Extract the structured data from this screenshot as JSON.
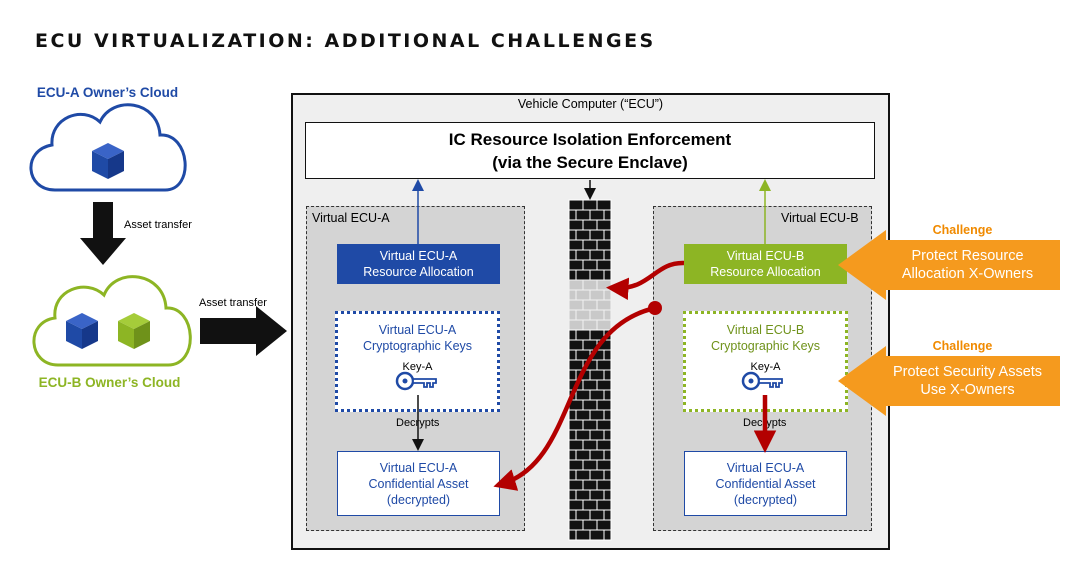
{
  "title": "ECU VIRTUALIZATION: ADDITIONAL CHALLENGES",
  "colors": {
    "blue": "#1f4aa6",
    "green": "#8db524",
    "orange": "#f59a1e",
    "red": "#b30000",
    "wall": "#111111"
  },
  "clouds": {
    "a_label": "ECU-A Owner’s Cloud",
    "b_label": "ECU-B Owner’s Cloud",
    "transfer_down": "Asset transfer",
    "transfer_right": "Asset transfer",
    "icons": [
      "package-icon"
    ]
  },
  "vehicle": {
    "label": "Vehicle Computer (“ECU”)",
    "ic_line1": "IC Resource Isolation  Enforcement",
    "ic_line2": "(via the Secure Enclave)"
  },
  "vecu_a": {
    "label": "Virtual ECU-A",
    "alloc_line1": "Virtual ECU-A",
    "alloc_line2": "Resource Allocation",
    "keys_line1": "Virtual ECU-A",
    "keys_line2": "Cryptographic Keys",
    "key_name": "Key-A",
    "decrypts": "Decrypts",
    "asset_line1": "Virtual ECU-A",
    "asset_line2": "Confidential Asset",
    "asset_line3": "(decrypted)"
  },
  "vecu_b": {
    "label": "Virtual ECU-B",
    "alloc_line1": "Virtual ECU-B",
    "alloc_line2": "Resource Allocation",
    "keys_line1": "Virtual ECU-B",
    "keys_line2": "Cryptographic Keys",
    "key_name": "Key-A",
    "decrypts": "Decrypts",
    "asset_line1": "Virtual ECU-A",
    "asset_line2": "Confidential Asset",
    "asset_line3": "(decrypted)"
  },
  "challenges": [
    {
      "label": "Challenge",
      "line1": "Protect Resource",
      "line2": "Allocation X-Owners"
    },
    {
      "label": "Challenge",
      "line1": "Protect Security Assets",
      "line2": "Use X-Owners"
    }
  ]
}
